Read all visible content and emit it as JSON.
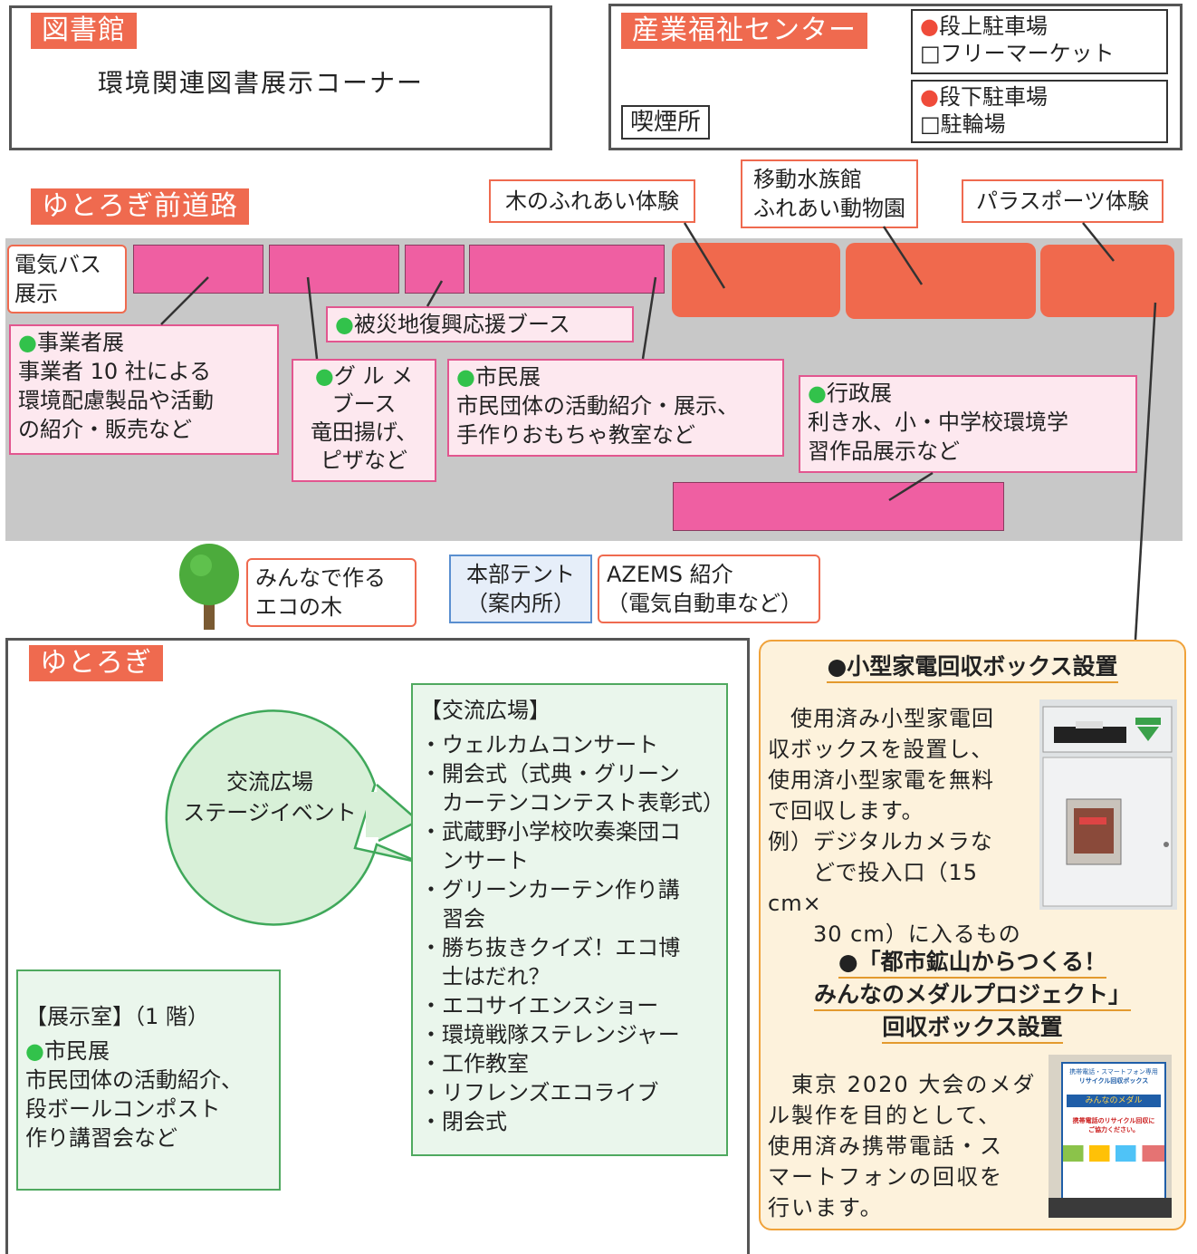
{
  "library": {
    "tag": "図書館",
    "text": "環境関連図書展示コーナー"
  },
  "sangyo": {
    "tag": "産業福祉センター",
    "smoking": "喫煙所",
    "upper_lot": {
      "title": "●段上駐車場",
      "sub": "□フリーマーケット"
    },
    "lower_lot": {
      "title": "●段下駐車場",
      "sub": "□駐輪場"
    }
  },
  "road": {
    "tag": "ゆとろぎ前道路",
    "ev_bus": [
      "電気バス",
      "展示"
    ],
    "wood": "木のふれあい体験",
    "aquarium": [
      "移動水族館",
      "ふれあい動物園"
    ],
    "parasports": "パラスポーツ体験",
    "disaster": "●被災地復興応援ブース",
    "business": {
      "title": "●事業者展",
      "lines": [
        "事業者 10 社による",
        "環境配慮製品や活動",
        "の紹介・販売など"
      ]
    },
    "gourmet": {
      "title": "●グ ル メ",
      "lines": [
        "ブース",
        "竜田揚げ、",
        "ピザなど"
      ]
    },
    "citizen": {
      "title": "●市民展",
      "lines": [
        "市民団体の活動紹介・展示、",
        "手作りおもちゃ教室など"
      ]
    },
    "admin": {
      "title": "●行政展",
      "lines": [
        "利き水、小・中学校環境学",
        "習作品展示など"
      ]
    }
  },
  "eco_tree": [
    "みんなで作る",
    "エコの木"
  ],
  "hq_tent": [
    "本部テント",
    "（案内所）"
  ],
  "azems": [
    "AZEMS 紹介",
    "（電気自動車など）"
  ],
  "yutorogi": {
    "tag": "ゆとろぎ",
    "bubble": [
      "交流広場",
      "ステージイベント"
    ],
    "plaza": {
      "title": "【交流広場】",
      "items": [
        "・ウェルカムコンサート",
        "・開会式（式典・グリーン",
        "　カーテンコンテスト表彰式）",
        "・武蔵野小学校吹奏楽団コ",
        "　ンサート",
        "・グリーンカーテン作り講",
        "　習会",
        "・勝ち抜きクイズ！エコ博",
        "　士はだれ？",
        "・エコサイエンスショー",
        "・環境戦隊ステレンジャー",
        "・工作教室",
        "・リフレンズエコライブ",
        "・閉会式"
      ]
    },
    "exhibit": {
      "title": "【展示室】（1 階）",
      "sub": "●市民展",
      "lines": [
        "市民団体の活動紹介、",
        "段ボールコンポスト",
        "作り講習会など"
      ]
    }
  },
  "recycle": {
    "title1": "●小型家電回収ボックス設置",
    "body1": [
      "　使用済み小型家電回",
      "収ボックスを設置し、",
      "使用済小型家電を無料",
      "で回収します。",
      "例）デジタルカメラな",
      "　　どで投入口（15 cm×",
      "　　30 cm）に入るもの"
    ],
    "title2": [
      "●「都市鉱山からつくる！",
      "みんなのメダルプロジェクト」",
      "回収ボックス設置"
    ],
    "body2": [
      "　東京 2020 大会のメダ",
      "ル製作を目的として、",
      "使用済み携帯電話・ス",
      "マートフォンの回収を",
      "行います。"
    ],
    "poster": [
      "携帯電話・スマートフォン専用",
      "リサイクル回収ボックス",
      "みんなのメダル",
      "携帯電話のリサイクル回収に",
      "ご協力ください。"
    ]
  },
  "colors": {
    "tag": "#ef6a4f",
    "booth_pink": "#ef5fa2",
    "booth_orange": "#f0694d",
    "road_gray": "#c8c8c8",
    "green_dot": "#32c24b",
    "recycle_bg": "#fdf2dc"
  }
}
